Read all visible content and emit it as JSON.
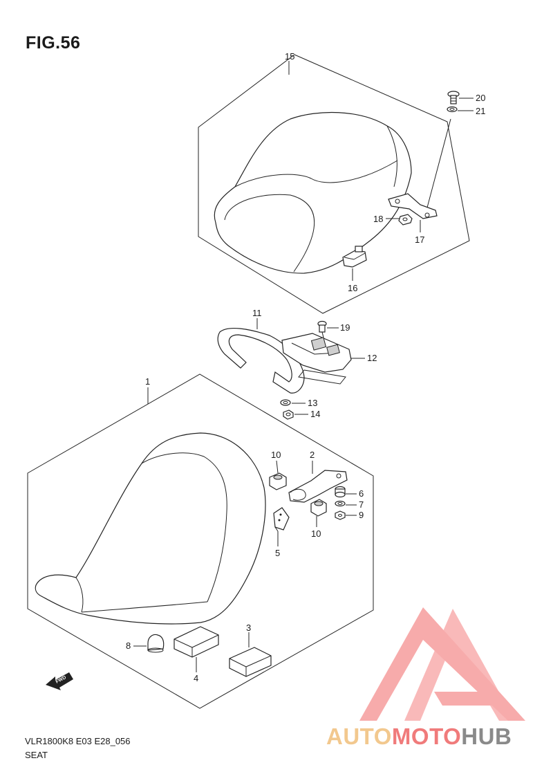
{
  "figure": {
    "title": "FIG.56",
    "code": "VLR1800K8 E03 E28_056",
    "name": "SEAT"
  },
  "fwd_label": "FWD",
  "callouts": {
    "p1": "1",
    "p2": "2",
    "p3": "3",
    "p4": "4",
    "p5": "5",
    "p6": "6",
    "p7": "7",
    "p8": "8",
    "p9": "9",
    "p10a": "10",
    "p10b": "10",
    "p11": "11",
    "p12": "12",
    "p13": "13",
    "p14": "14",
    "p15": "15",
    "p16": "16",
    "p17": "17",
    "p18": "18",
    "p19": "19",
    "p20": "20",
    "p21": "21"
  },
  "watermark": {
    "part1": "AUTO",
    "part2": "MOTO",
    "part3": "HUB",
    "colors": {
      "orange": "#f2c88e",
      "red": "#f07b7b",
      "gray": "#8a8a8a"
    }
  }
}
